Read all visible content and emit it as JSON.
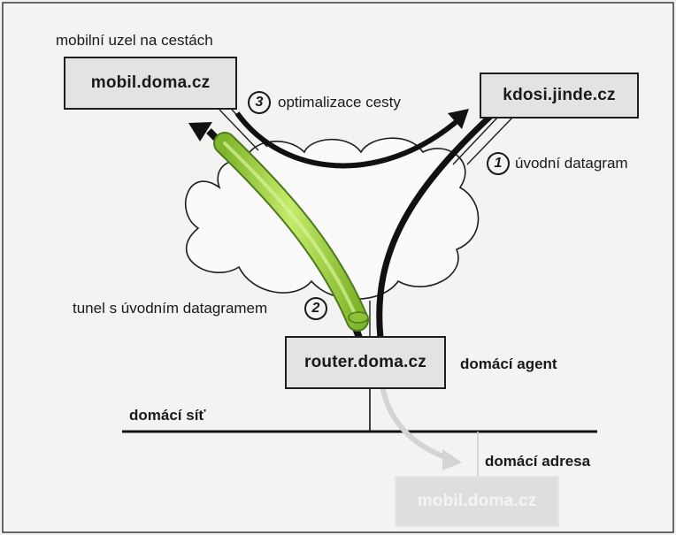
{
  "nodes": {
    "mobile": "mobil.doma.cz",
    "correspondent": "kdosi.jinde.cz",
    "router": "router.doma.cz",
    "home_address_node": "mobil.doma.cz"
  },
  "labels": {
    "mobile_caption": "mobilní uzel na cestách",
    "route_optimization": "optimalizace cesty",
    "initial_datagram": "úvodní datagram",
    "tunnel": "tunel s úvodním datagramem",
    "home_agent": "domácí agent",
    "home_network": "domácí síť",
    "home_address": "domácí adresa"
  },
  "steps": {
    "step_1": "1",
    "step_2": "2",
    "step_3": "3"
  },
  "colors": {
    "frame": "#3a3a3a",
    "line": "#1a1a1a",
    "tunnel_fill": "#a6d33f",
    "tunnel_outline": "#4c7a1c",
    "cloud": "#fafafa",
    "faded": "#d8d8d8"
  }
}
